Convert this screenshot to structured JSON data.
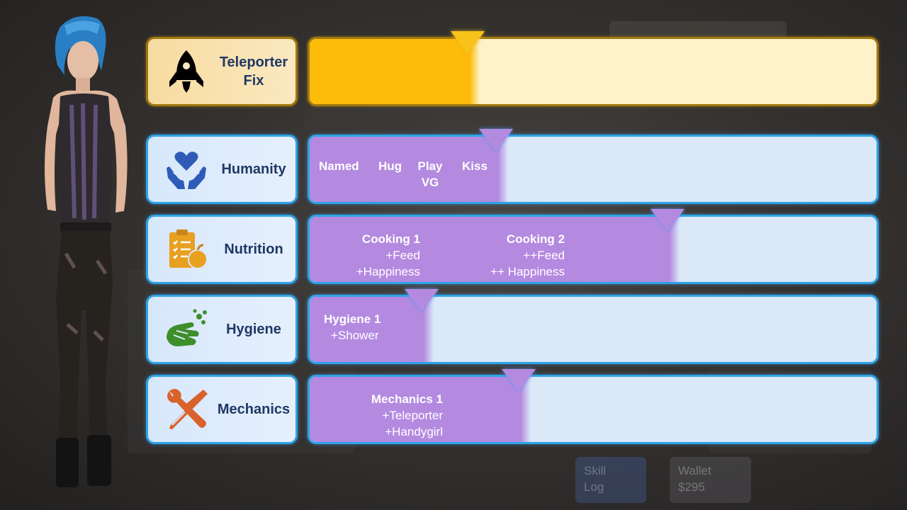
{
  "colors": {
    "progress_fill": "#b48ae0",
    "bar_background": "#dae8f8",
    "border_accent": "#2fa3e6",
    "gold_fill": "#fdbb0a",
    "gold_background": "#fdf2c8",
    "label_text": "#1f3864"
  },
  "skills": [
    {
      "id": "teleporter",
      "name_line1": "Teleporter",
      "name_line2": "Fix",
      "icon": "rocket-icon",
      "icon_color": "#000000",
      "progress": 0.28,
      "milestones": []
    },
    {
      "id": "humanity",
      "name_line1": "Humanity",
      "icon": "heart-hands-icon",
      "icon_color": "#2f5bb7",
      "progress": 0.33,
      "milestones": [
        {
          "title": "Named"
        },
        {
          "title": "Hug"
        },
        {
          "title": "Play",
          "title2": "VG"
        },
        {
          "title": "Kiss"
        }
      ]
    },
    {
      "id": "nutrition",
      "name_line1": "Nutrition",
      "icon": "clipboard-apple-icon",
      "icon_color": "#e8a020",
      "progress": 0.63,
      "milestones": [
        {
          "title": "Cooking 1",
          "line1": "+Feed",
          "line2": "+Happiness"
        },
        {
          "title": "Cooking 2",
          "line1": "++Feed",
          "line2": "++ Happiness"
        }
      ]
    },
    {
      "id": "hygiene",
      "name_line1": "Hygiene",
      "icon": "hand-washing-icon",
      "icon_color": "#3e8e2a",
      "progress": 0.2,
      "milestones": [
        {
          "title": "Hygiene 1",
          "line1": "+Shower"
        }
      ]
    },
    {
      "id": "mechanics",
      "name_line1": "Mechanics",
      "icon": "wrench-screwdriver-icon",
      "icon_color": "#d9622b",
      "progress": 0.37,
      "milestones": [
        {
          "title": "Mechanics 1",
          "line1": "+Teleporter",
          "line2": "+Handygirl"
        }
      ]
    }
  ],
  "hud": {
    "skill_log_line1": "Skill",
    "skill_log_line2": "Log",
    "wallet_label": "Wallet",
    "wallet_value": "$295"
  }
}
